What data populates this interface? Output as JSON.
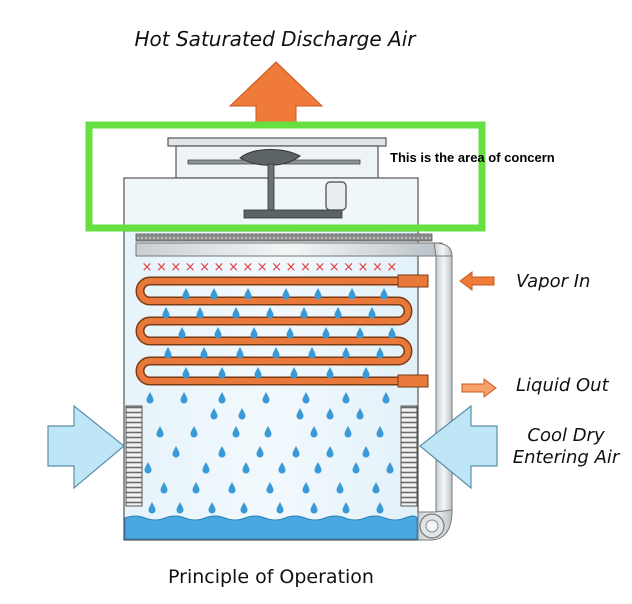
{
  "labels": {
    "top": "Hot Saturated Discharge Air",
    "vapor_in": "Vapor In",
    "liquid_out": "Liquid Out",
    "cool_dry_line1": "Cool Dry",
    "cool_dry_line2": "Entering Air",
    "concern": "This is the area of concern",
    "caption": "Principle of Operation"
  },
  "colors": {
    "arrow_orange": "#f07a3a",
    "arrow_blue": "#bfe6f6",
    "water": "#49a8e0",
    "coil": "#e8793a",
    "highlight_box": "#66e040",
    "mist_x": "#e23a3a"
  }
}
